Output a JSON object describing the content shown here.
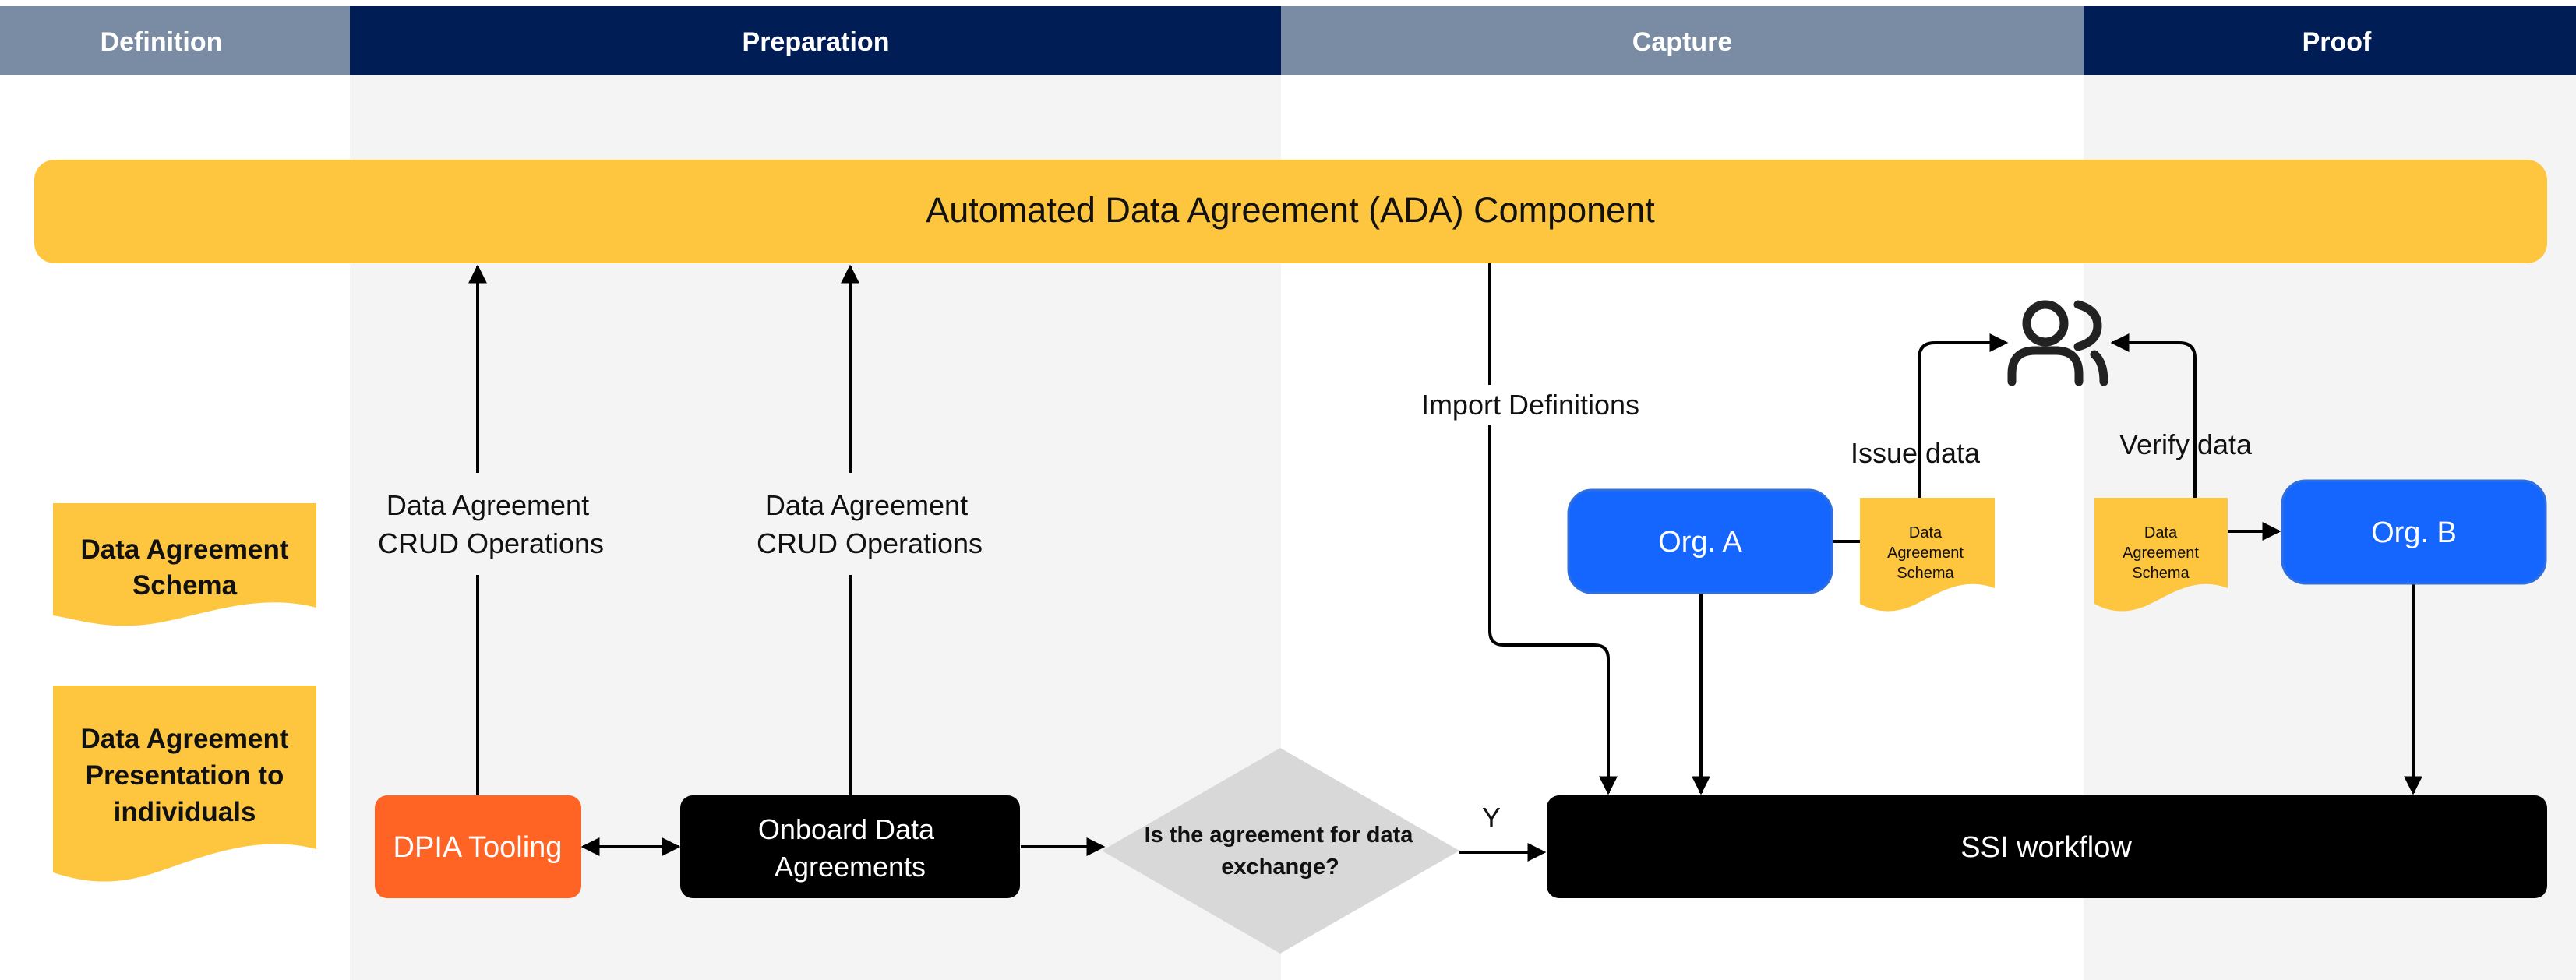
{
  "lanes": [
    {
      "label": "Definition",
      "color": "#7a8ca3"
    },
    {
      "label": "Preparation",
      "color": "#001e55"
    },
    {
      "label": "Capture",
      "color": "#7a8ca3"
    },
    {
      "label": "Proof",
      "color": "#001e55"
    }
  ],
  "ada_component": {
    "label": "Automated Data Agreement (ADA) Component",
    "color": "#fdc63e"
  },
  "legend_docs": [
    {
      "lines": [
        "Data Agreement",
        "Schema"
      ]
    },
    {
      "lines": [
        "Data Agreement",
        "Presentation to",
        "individuals"
      ]
    }
  ],
  "edge_labels": {
    "crud_1": [
      "Data Agreement",
      "CRUD Operations"
    ],
    "crud_2": [
      "Data Agreement",
      "CRUD Operations"
    ],
    "import": "Import Definitions",
    "issue": "Issue data",
    "verify": "Verify data",
    "yes": "Y"
  },
  "nodes": {
    "dpia": {
      "label": "DPIA Tooling",
      "color": "#ff6424"
    },
    "onboard": {
      "lines": [
        "Onboard Data",
        "Agreements"
      ],
      "color": "#000000"
    },
    "decision": {
      "lines": [
        "Is the agreement for data",
        "exchange?"
      ],
      "color": "#d8d8d8"
    },
    "ssi": {
      "label": "SSI workflow",
      "color": "#000000"
    },
    "org_a": {
      "label": "Org. A",
      "color": "#1565ff"
    },
    "org_b": {
      "label": "Org. B",
      "color": "#1565ff"
    }
  },
  "schema_docs": {
    "issue_doc": [
      "Data",
      "Agreement",
      "Schema"
    ],
    "verify_doc": [
      "Data",
      "Agreement",
      "Schema"
    ]
  },
  "icons": {
    "people": "users-icon"
  },
  "colors": {
    "lane_bg": "#f4f4f4",
    "doc": "#fdc63e"
  }
}
